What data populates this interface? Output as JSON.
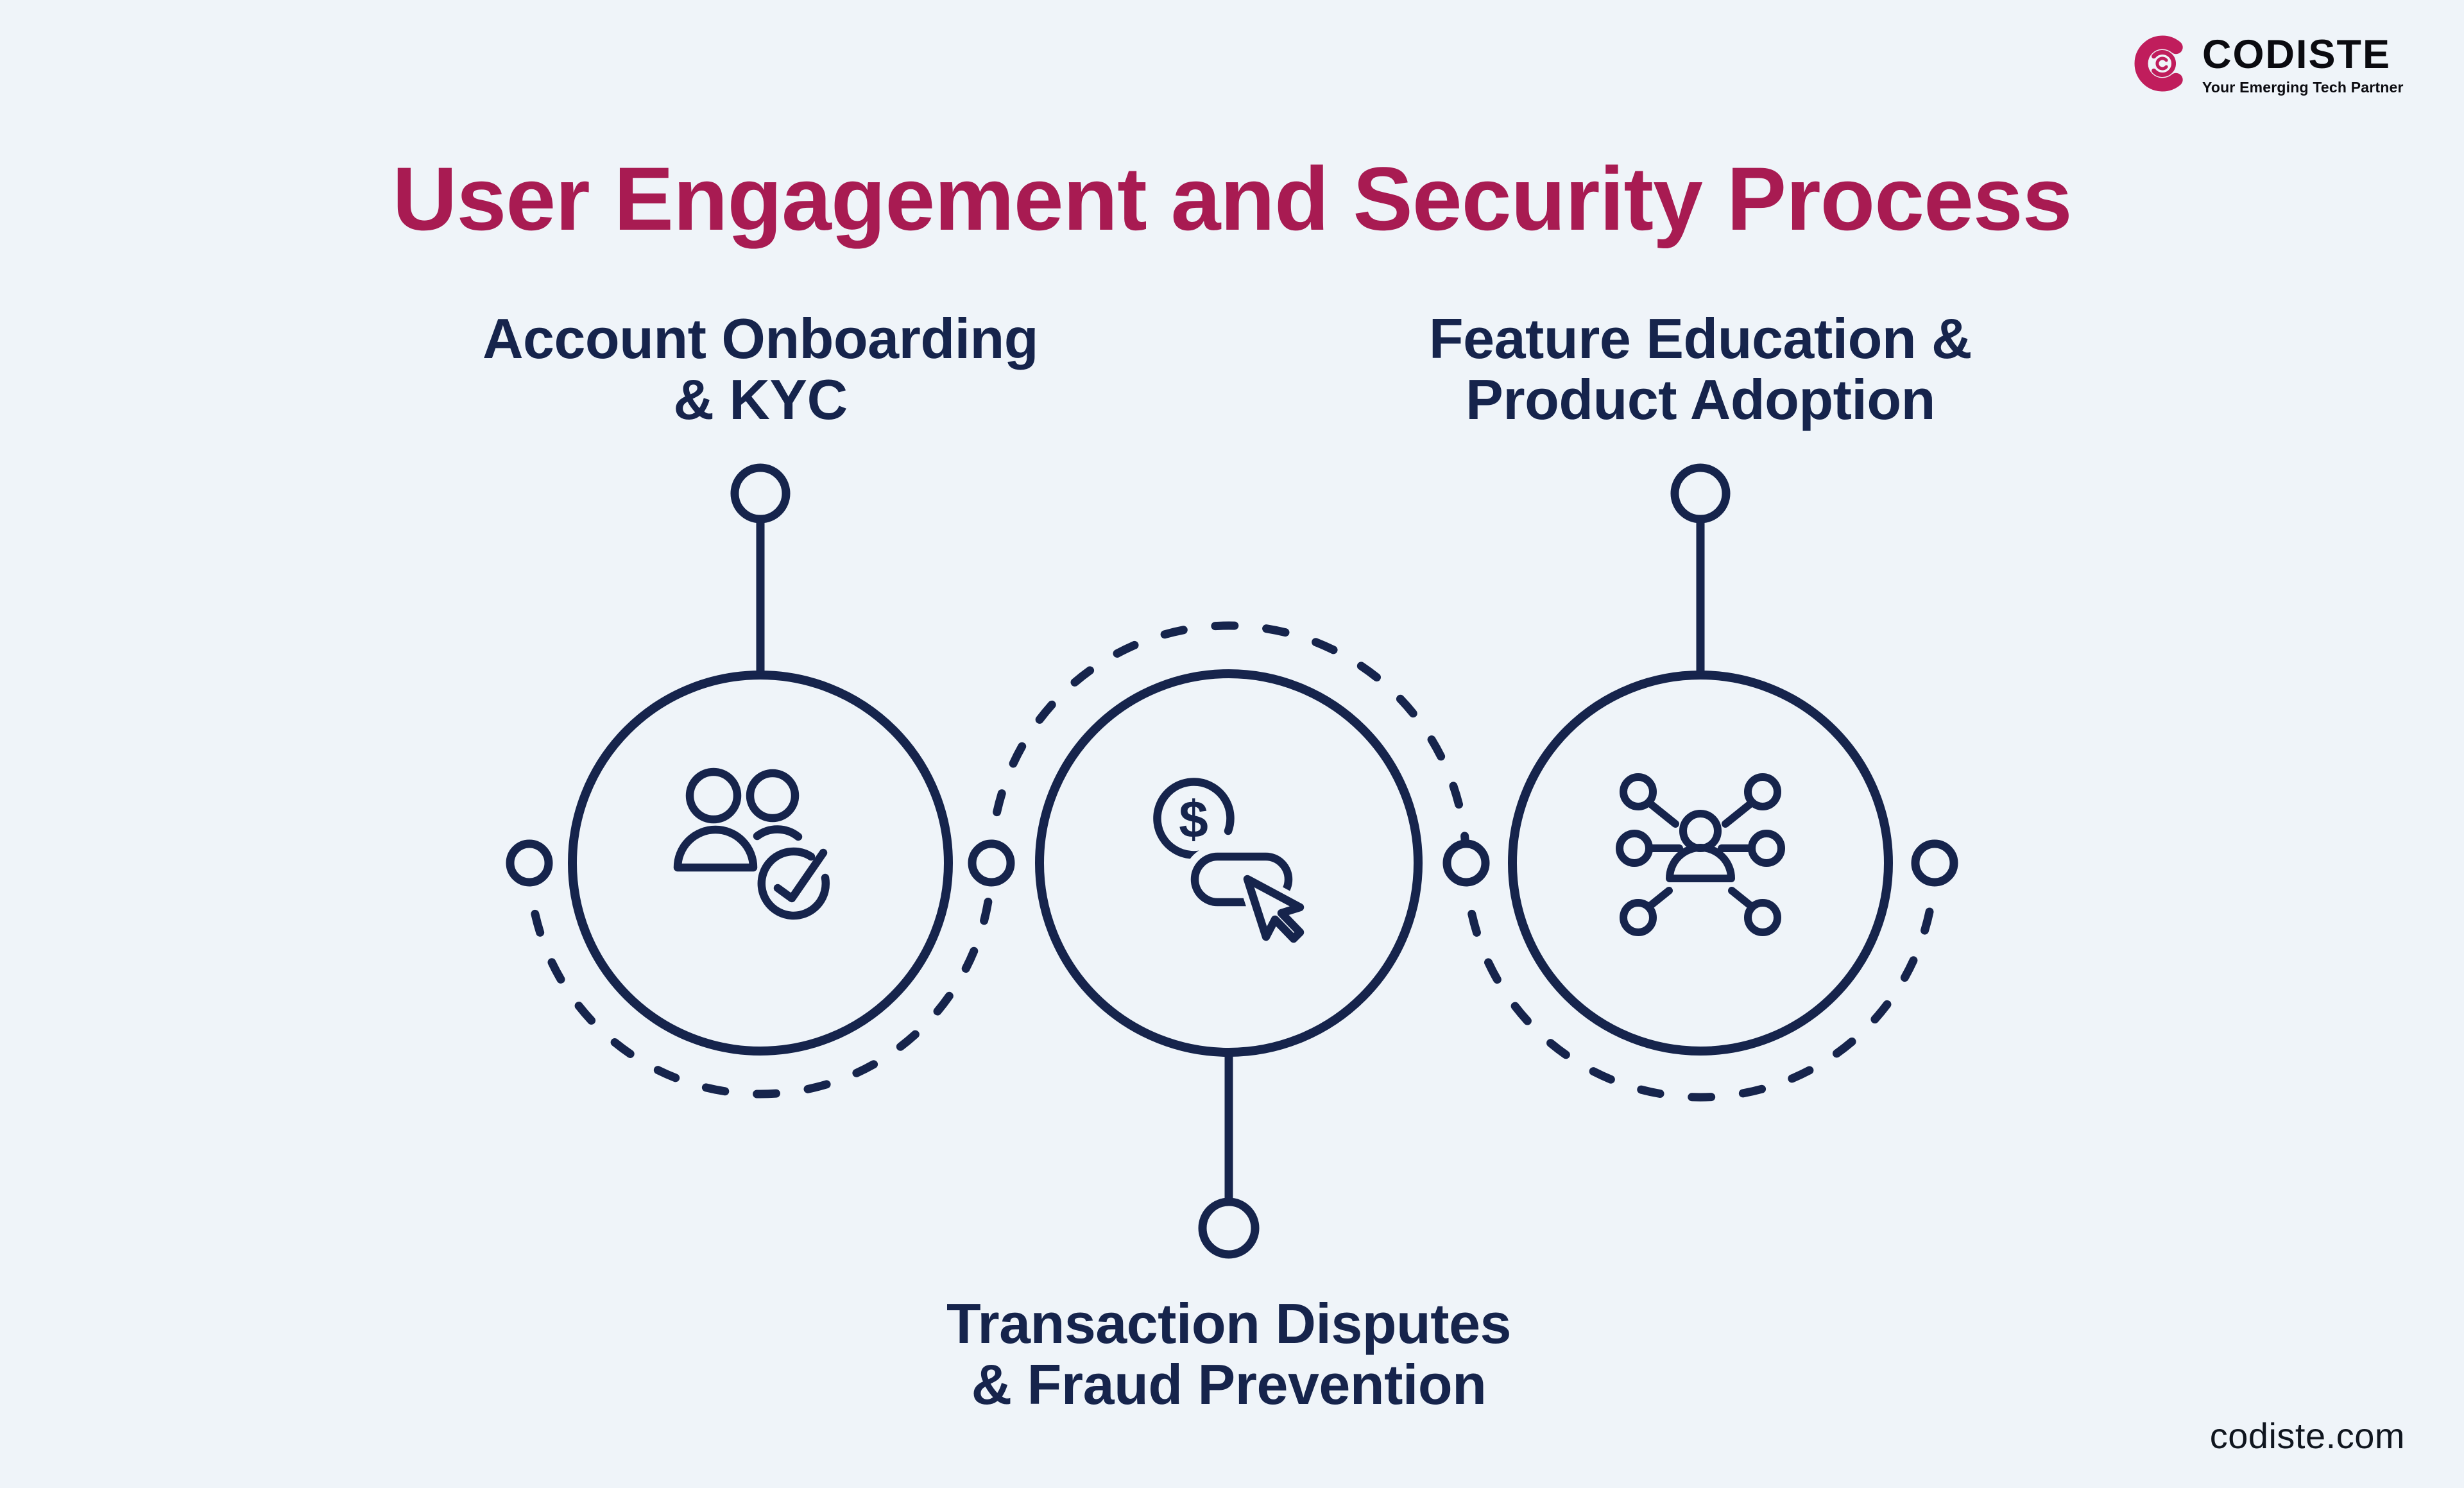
{
  "header": {
    "logo_text": "CODISTE",
    "logo_tagline": "Your Emerging Tech Partner"
  },
  "title": "User Engagement and Security Process",
  "diagram": {
    "dollar_sign": "$",
    "steps": [
      {
        "id": "account-onboarding-kyc",
        "label_line1": "Account Onboarding",
        "label_line2": "& KYC",
        "icon": "users-check-icon",
        "label_position": "top"
      },
      {
        "id": "transaction-disputes-fraud-prevention",
        "label_line1": "Transaction Disputes",
        "label_line2": "& Fraud Prevention",
        "icon": "dollar-cursor-icon",
        "label_position": "bottom"
      },
      {
        "id": "feature-education-product-adoption",
        "label_line1": "Feature Education &",
        "label_line2": "Product Adoption",
        "icon": "user-network-icon",
        "label_position": "top"
      }
    ]
  },
  "footer": {
    "website": "codiste.com"
  },
  "colors": {
    "background": "#EFF4F9",
    "navy_stroke": "#16244C",
    "title_magenta": "#A81B52",
    "logo_pink": "#C01D5C",
    "footer_text": "#10161f"
  }
}
